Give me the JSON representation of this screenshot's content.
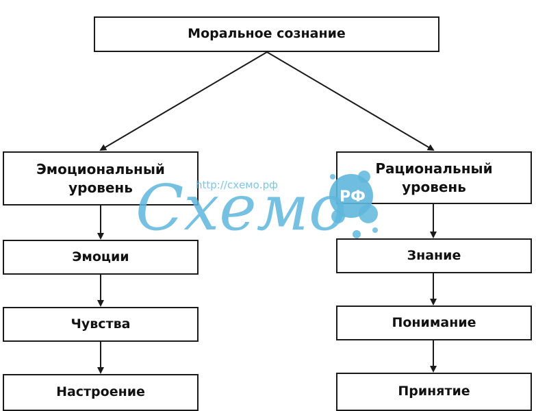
{
  "diagram": {
    "root": "Моральное сознание",
    "left_level": [
      "Эмоциональный",
      "уровень"
    ],
    "right_level": [
      "Рациональный",
      "уровень"
    ],
    "left_items": [
      "Эмоции",
      "Чувства",
      "Настроение"
    ],
    "right_items": [
      "Знание",
      "Понимание",
      "Принятие"
    ]
  },
  "watermark": {
    "script_text": "Схемо",
    "url": "http://схемо.рф",
    "badge": "РФ",
    "color": "#5fb7dc"
  }
}
